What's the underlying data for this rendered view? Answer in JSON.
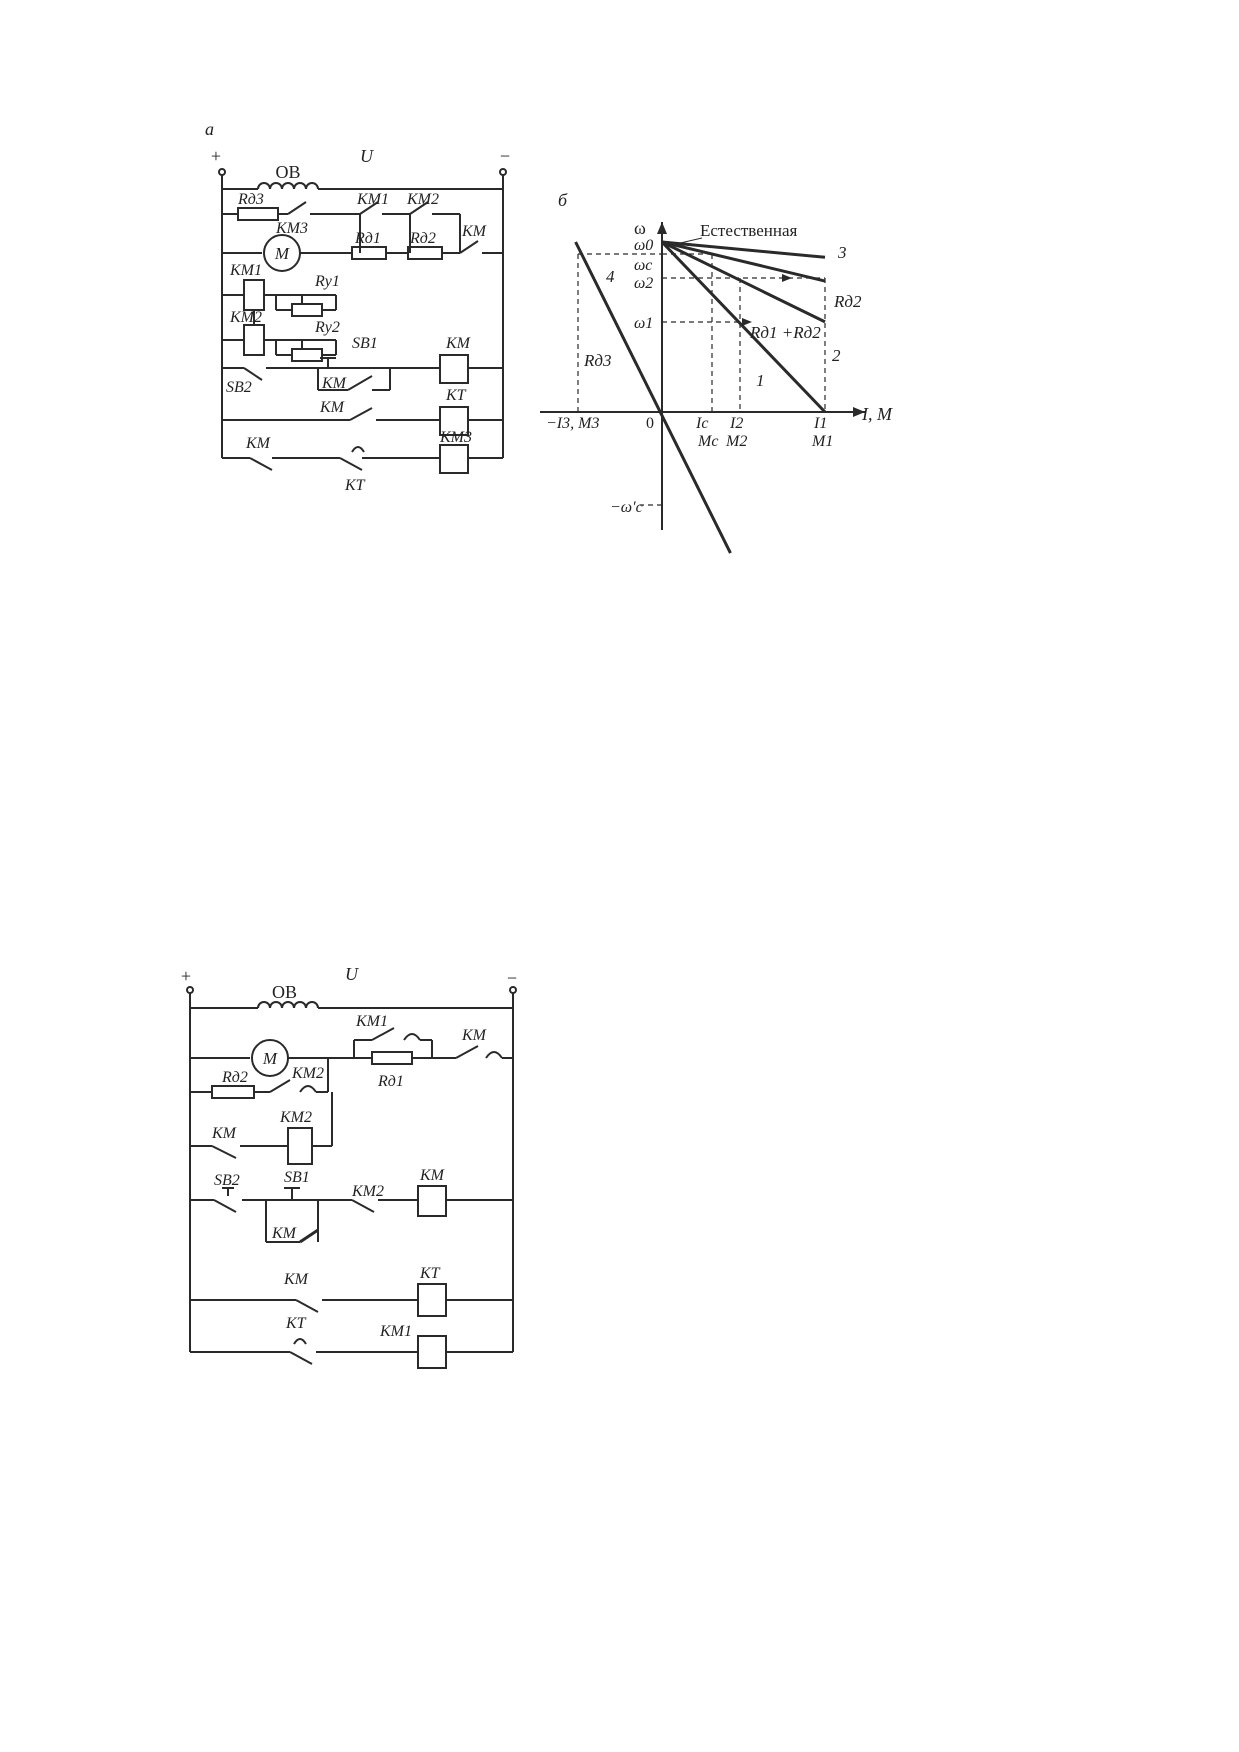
{
  "figure_a": {
    "panel_label": "a",
    "plus": "+",
    "voltage": "U",
    "minus": "−",
    "field_winding": "ОВ",
    "motor": "M",
    "labels": {
      "r_d3": "Rд3",
      "km3_contact": "KM3",
      "km1_contact": "KM1",
      "km2_contact": "KM2",
      "r_d1": "Rд1",
      "r_d2": "Rд2",
      "km_contact": "KM",
      "km1_coil": "KM1",
      "r_u1": "Rу1",
      "km2_coil": "KM2",
      "r_u2": "Rу2",
      "sb1": "SB1",
      "km_coil": "KM",
      "sb2": "SB2",
      "km_seal": "KM",
      "km_row6": "KM",
      "kt_coil": "KT",
      "km_row7": "KM",
      "kt_contact": "KT",
      "km3_coil": "KM3"
    }
  },
  "figure_b": {
    "panel_label": "б",
    "y_axis": "ω",
    "x_axis": "I, M",
    "origin": "0",
    "natural": "Естественная",
    "curve_labels": [
      "1",
      "2",
      "3",
      "4"
    ],
    "resistance_labels": {
      "r_d2": "Rд2",
      "r_d1_plus_r_d2": "Rд1 +Rд2",
      "r_d3": "Rд3"
    },
    "y_ticks": [
      "ω0",
      "ωc",
      "ω2",
      "ω1",
      "−ω′c"
    ],
    "x_ticks": {
      "neg": "−I3, M3",
      "ic": "Ic",
      "mc": "Mc",
      "i2": "I2",
      "m2": "M2",
      "i1": "I1",
      "m1": "M1"
    }
  },
  "figure_c": {
    "plus": "+",
    "voltage": "U",
    "minus": "−",
    "field_winding": "ОВ",
    "motor": "M",
    "labels": {
      "km1_contact": "KM1",
      "r_d1": "Rд1",
      "km_contact": "KM",
      "r_d2": "Rд2",
      "km2_contact": "KM2",
      "km2_coil": "KM2",
      "km_row4": "KM",
      "sb2": "SB2",
      "sb1": "SB1",
      "km2_series": "KM2",
      "km_coil": "KM",
      "km_seal": "KM",
      "km_row6": "KM",
      "kt_coil": "KT",
      "kt_contact": "KT",
      "km1_coil": "KM1"
    }
  },
  "chart_data": {
    "type": "line",
    "title": "",
    "xlabel": "I, M",
    "ylabel": "ω",
    "series": [
      {
        "name": "Естественная",
        "x": [
          0,
          1.0
        ],
        "y": [
          1.0,
          0.91
        ]
      },
      {
        "name": "1",
        "x": [
          0,
          1.0
        ],
        "y": [
          1.0,
          0.0
        ]
      },
      {
        "name": "2",
        "x": [
          0,
          1.0
        ],
        "y": [
          1.0,
          0.53
        ]
      },
      {
        "name": "3",
        "x": [
          0,
          1.0
        ],
        "y": [
          1.0,
          0.77
        ]
      },
      {
        "name": "4",
        "x": [
          -0.53,
          0.42
        ],
        "y": [
          1.0,
          -0.83
        ]
      }
    ],
    "grid": false
  }
}
